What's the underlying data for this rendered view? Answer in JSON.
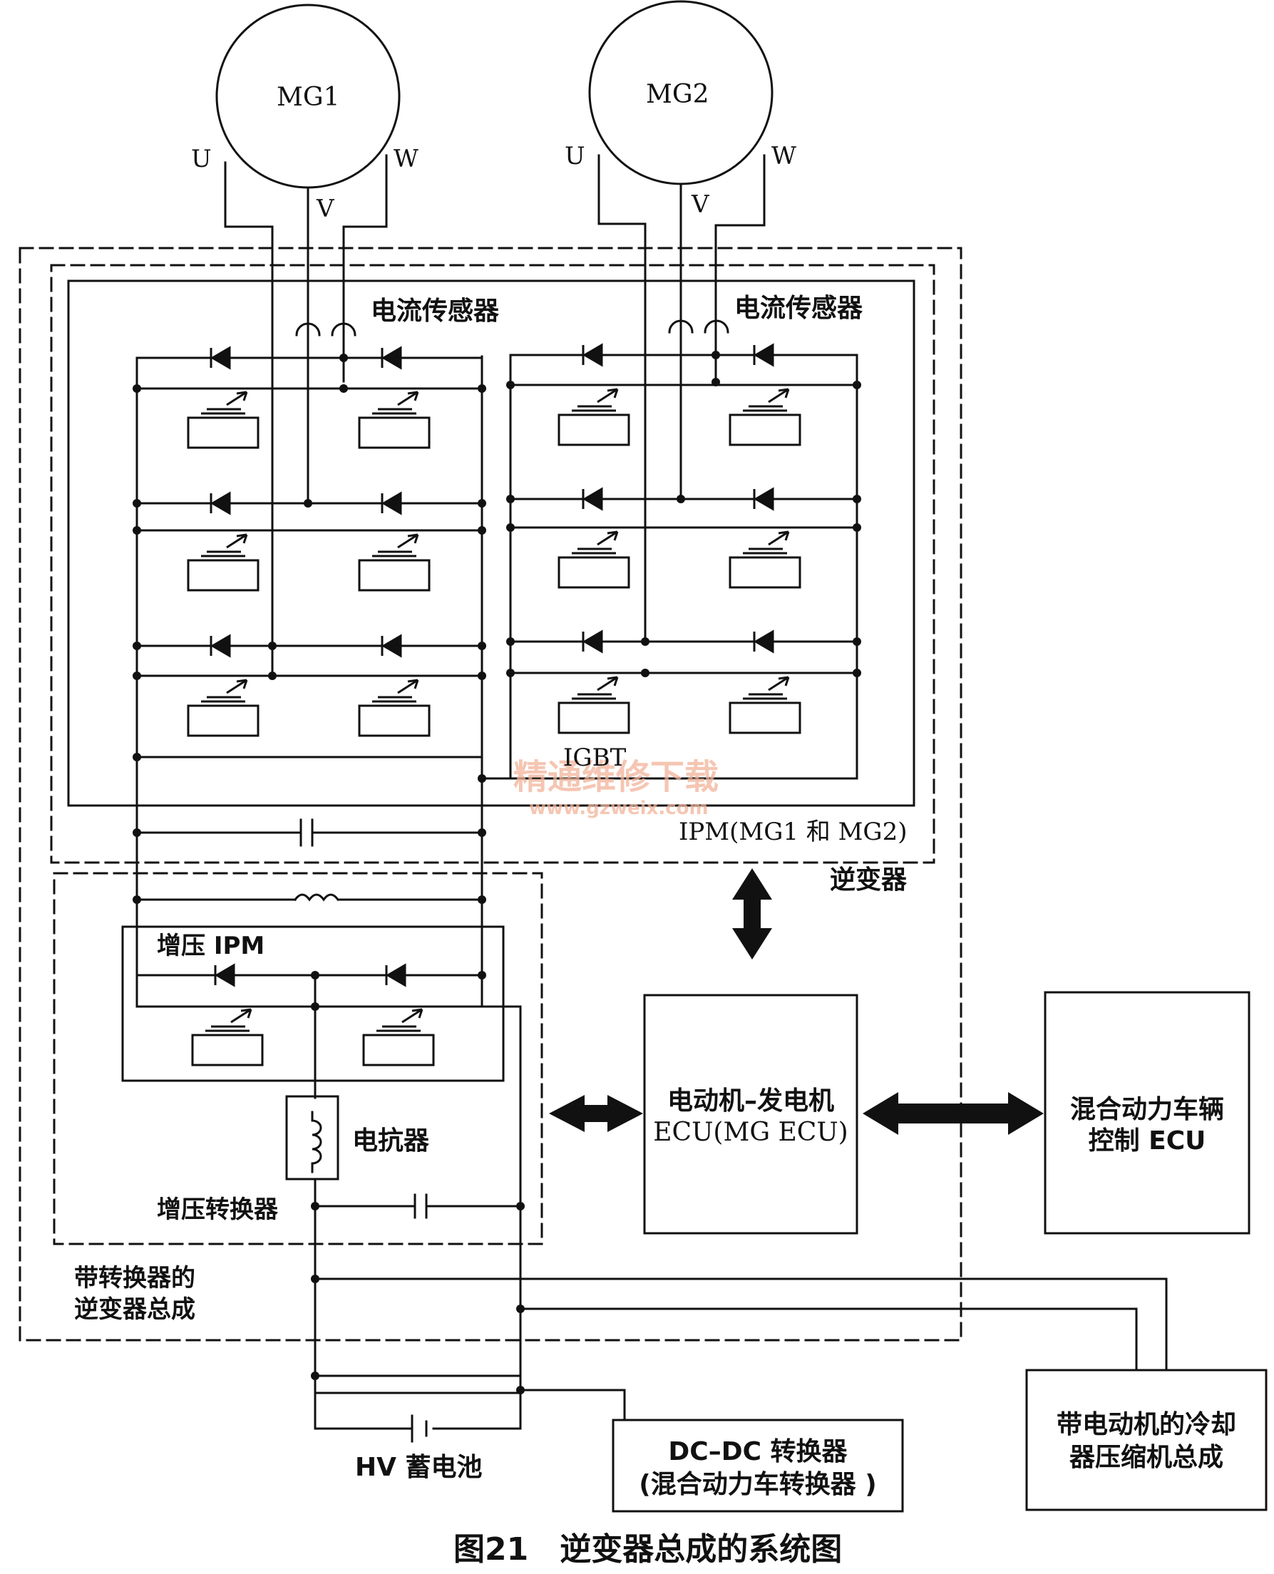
{
  "motors": {
    "mg1": {
      "label": "MG1",
      "u": "U",
      "v": "V",
      "w": "W"
    },
    "mg2": {
      "label": "MG2",
      "u": "U",
      "v": "V",
      "w": "W"
    }
  },
  "labels": {
    "current_sensor_1": "电流传感器",
    "current_sensor_2": "电流传感器",
    "igbt": "IGBT",
    "ipm": "IPM(MG1 和 MG2)",
    "inverter": "逆变器",
    "boost_ipm": "增压 IPM",
    "reactor": "电抗器",
    "boost_converter": "增压转换器",
    "assembly_line1": "带转换器的",
    "assembly_line2": "逆变器总成",
    "mg_ecu_line1": "电动机–发电机",
    "mg_ecu_line2": "ECU(MG ECU)",
    "hv_ecu_line1": "混合动力车辆",
    "hv_ecu_line2": "控制 ECU",
    "hv_battery": "HV 蓄电池",
    "dcdc_line1": "DC–DC 转换器",
    "dcdc_line2": "(混合动力车转换器 )",
    "compressor_line1": "带电动机的冷却",
    "compressor_line2": "器压缩机总成"
  },
  "caption": "图21　逆变器总成的系统图",
  "watermark": {
    "line1": "精通维修下载",
    "line2": "www.gzweix.com"
  },
  "colors": {
    "line": "#111111",
    "watermark": "#f2b49a",
    "background": "#ffffff"
  }
}
